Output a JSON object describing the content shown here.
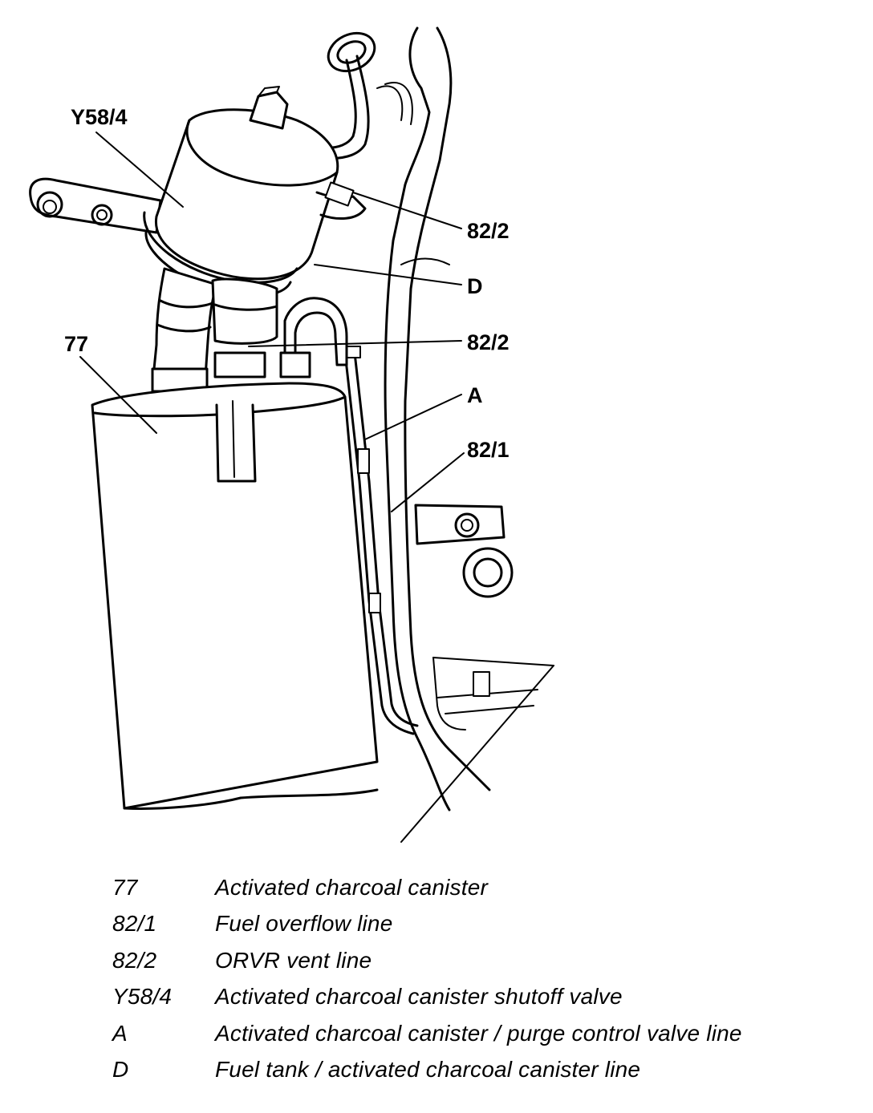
{
  "diagram": {
    "callouts": {
      "y58_4": "Y58/4",
      "c82_2_top": "82/2",
      "d": "D",
      "c82_2_mid": "82/2",
      "c77": "77",
      "a": "A",
      "c82_1": "82/1"
    }
  },
  "legend": [
    {
      "code": "77",
      "desc": "Activated charcoal canister"
    },
    {
      "code": "82/1",
      "desc": "Fuel overflow line"
    },
    {
      "code": "82/2",
      "desc": "ORVR vent line"
    },
    {
      "code": "Y58/4",
      "desc": "Activated charcoal canister shutoff valve"
    },
    {
      "code": "A",
      "desc": "Activated charcoal canister / purge control valve line"
    },
    {
      "code": "D",
      "desc": "Fuel tank / activated charcoal canister line"
    }
  ]
}
